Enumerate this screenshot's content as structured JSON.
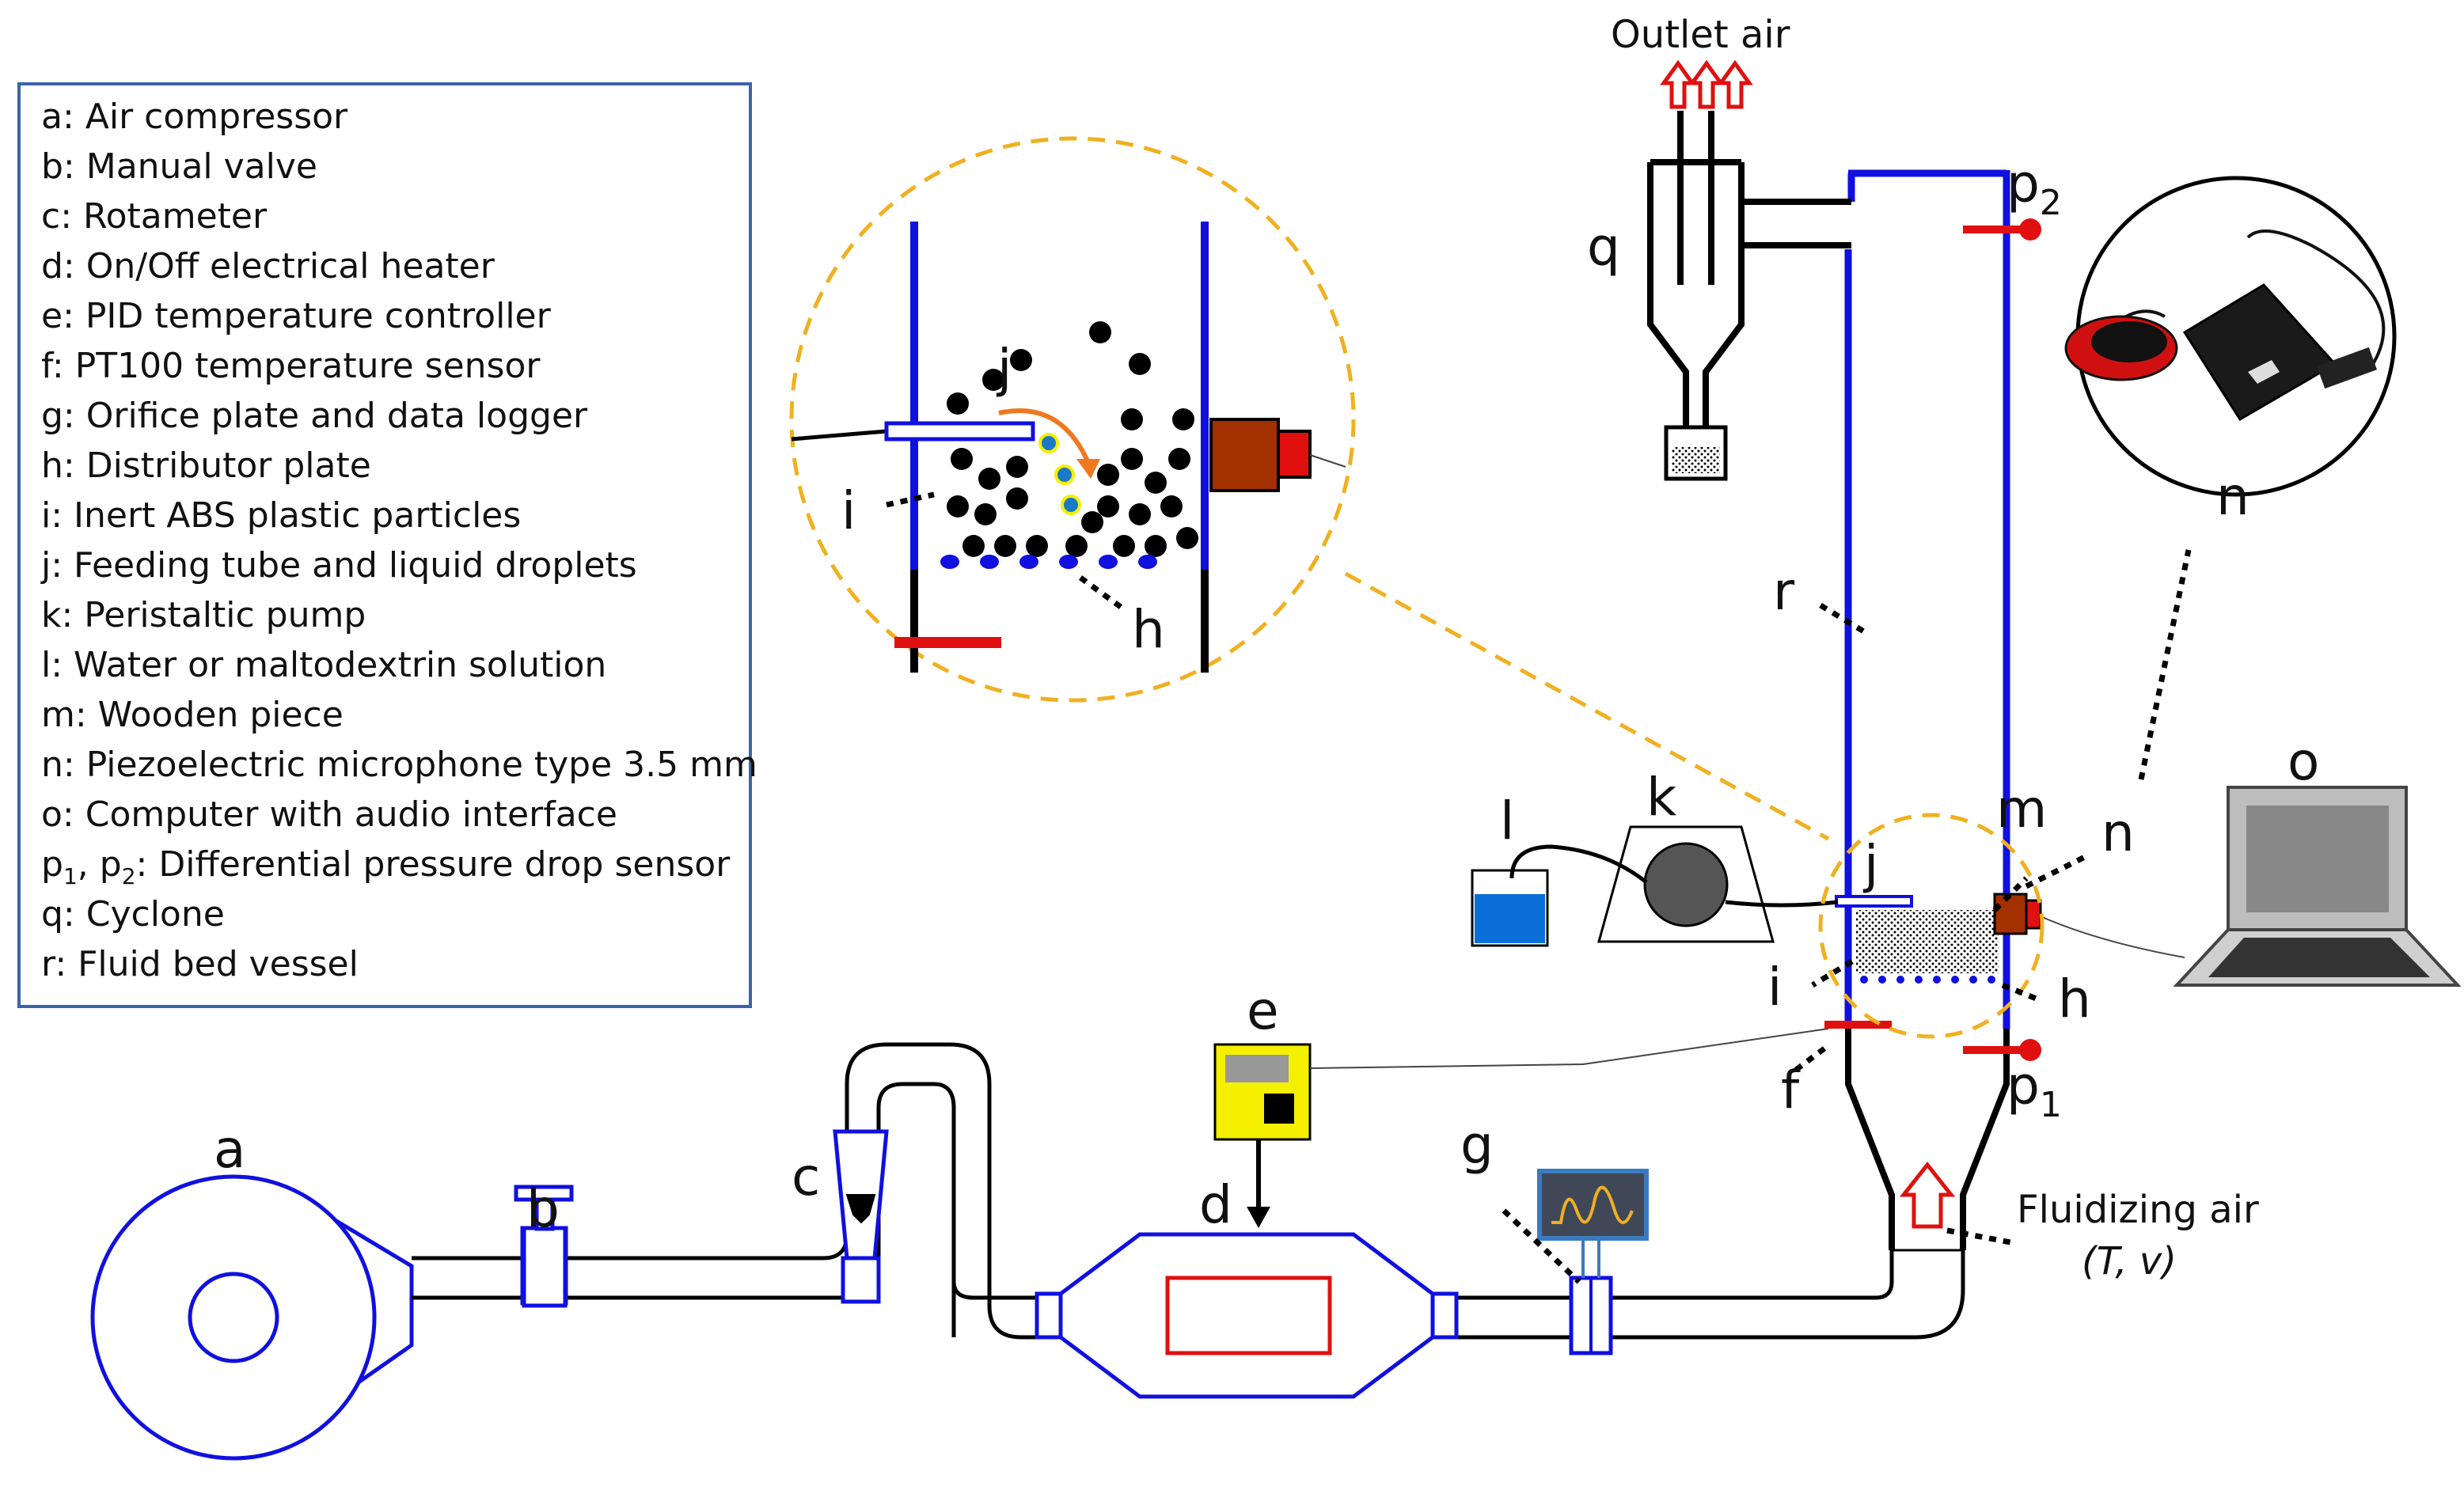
{
  "legend": {
    "items": [
      "a: Air compressor",
      "b: Manual valve",
      "c: Rotameter",
      "d: On/Off electrical heater",
      "e: PID temperature controller",
      "f: PT100 temperature sensor",
      "g: Orifice plate and data logger",
      "h: Distributor plate",
      "i: Inert ABS plastic particles",
      "j: Feeding tube and liquid droplets",
      "k: Peristaltic pump",
      "l: Water or maltodextrin solution",
      "m: Wooden piece",
      "n: Piezoelectric microphone type 3.5 mm",
      "o: Computer with audio interface"
    ],
    "p_item": {
      "p": "p",
      "sub1": "1",
      "sep": ", ",
      "sub2": "2",
      "text": ": Differential pressure drop sensor"
    },
    "tail_items": [
      "q: Cyclone",
      "r: Fluid bed vessel"
    ]
  },
  "labels": {
    "a": "a",
    "b": "b",
    "c": "c",
    "d": "d",
    "e": "e",
    "f": "f",
    "g": "g",
    "h": "h",
    "i": "i",
    "j": "j",
    "k": "k",
    "l": "l",
    "m": "m",
    "n": "n",
    "o": "o",
    "q": "q",
    "r": "r",
    "p": "p",
    "p1_sub": "1",
    "p2_sub": "2",
    "outlet_air": "Outlet air",
    "fluidizing_air": "Fluidizing air",
    "fluidizing_air_vars": "(T, v)"
  },
  "colors": {
    "vessel_blue": "#1010e0",
    "pipe_black": "#000000",
    "sensor_red": "#e01010",
    "zoom_orange": "#f0b020",
    "controller_yellow": "#f5f000",
    "water_blue": "#0a6fd8",
    "wood_brown": "#a33000",
    "arrow_orange": "#f07820",
    "logger_frame": "#3a7ac0"
  }
}
